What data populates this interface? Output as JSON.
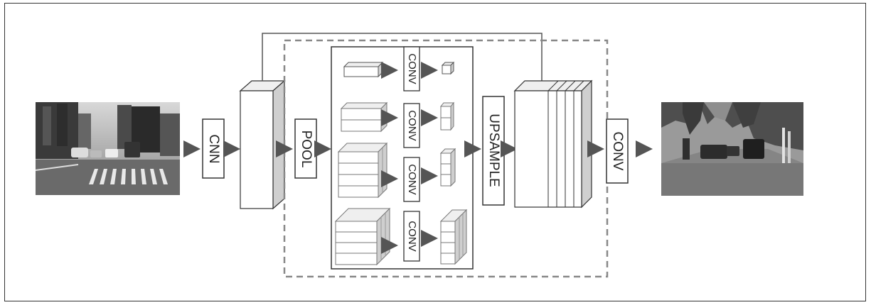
{
  "diagram": {
    "labels": {
      "cnn": "CNN",
      "pool": "POOL",
      "conv_branch": [
        "CONV",
        "CONV",
        "CONV",
        "CONV"
      ],
      "upsample": "UPSAMPLE",
      "conv_final": "CONV"
    },
    "nodes": [
      {
        "id": "input-image",
        "desc": "street-scene-photo"
      },
      {
        "id": "cnn",
        "label_key": "cnn"
      },
      {
        "id": "feature-map",
        "desc": "3d-block"
      },
      {
        "id": "pool",
        "label_key": "pool"
      },
      {
        "id": "pyramid-branches",
        "count": 4
      },
      {
        "id": "upsample",
        "label_key": "upsample"
      },
      {
        "id": "concat-features",
        "desc": "stacked-3d-block"
      },
      {
        "id": "conv-final",
        "label_key": "conv_final"
      },
      {
        "id": "segmentation-output",
        "desc": "segmentation-map"
      }
    ],
    "colors": {
      "stroke": "#333333",
      "arrow": "#555555",
      "dash": "#888888",
      "side_face": "#cfcfcf",
      "top_face": "#efefef"
    }
  }
}
